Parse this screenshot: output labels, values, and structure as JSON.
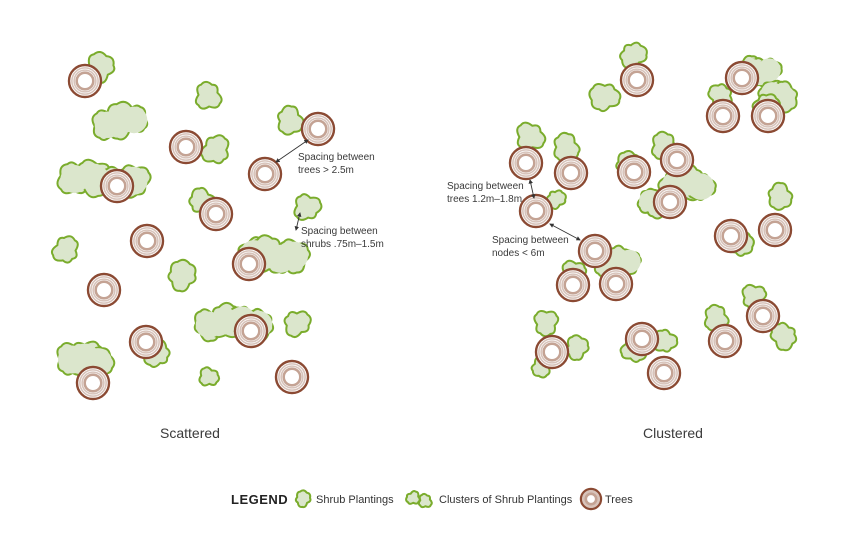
{
  "colors": {
    "shrub_fill": "#dbe6cc",
    "shrub_stroke": "#7aac2c",
    "tree_ring": "#8b4a33",
    "tree_inner": "#c4a394",
    "tree_rings": "#d7c3ba",
    "arrow": "#333333"
  },
  "icons": [
    "shrub-icon",
    "shrub-cluster-icon",
    "tree-icon",
    "arrow-icon"
  ],
  "panels": {
    "scattered": {
      "title": "Scattered",
      "annotations": [
        {
          "lines": [
            "Spacing between",
            "trees > 2.5m"
          ]
        },
        {
          "lines": [
            "Spacing between",
            "shrubs .75m–1.5m"
          ]
        }
      ]
    },
    "clustered": {
      "title": "Clustered",
      "annotations": [
        {
          "lines": [
            "Spacing between",
            "trees 1.2m–1.8m"
          ]
        },
        {
          "lines": [
            "Spacing between",
            "nodes < 6m"
          ]
        }
      ]
    }
  },
  "legend": {
    "title": "LEGEND",
    "items": [
      {
        "label": "Shrub Plantings",
        "icon": "shrub-icon"
      },
      {
        "label": "Clusters of Shrub Plantings",
        "icon": "shrub-cluster-icon"
      },
      {
        "label": "Trees",
        "icon": "tree-icon"
      }
    ]
  }
}
